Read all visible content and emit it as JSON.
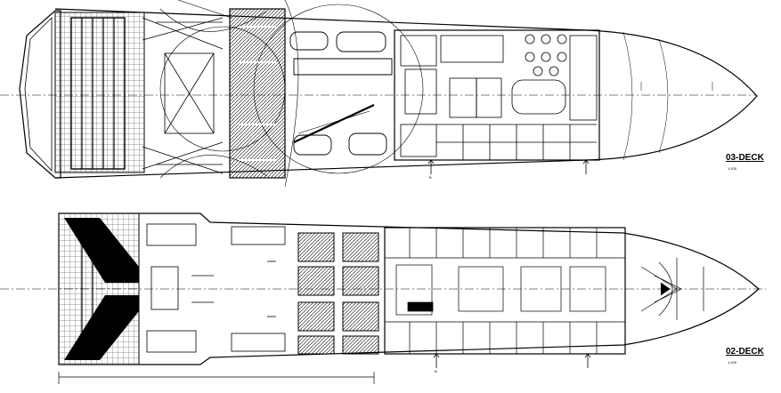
{
  "decks": [
    {
      "name": "03-DECK",
      "scale": "1:100"
    },
    {
      "name": "02-DECK",
      "scale": "1:100"
    }
  ],
  "markers": [
    "B",
    "B"
  ],
  "dimension_note": "",
  "colors": {
    "ink": "#000000",
    "paper": "#ffffff"
  }
}
